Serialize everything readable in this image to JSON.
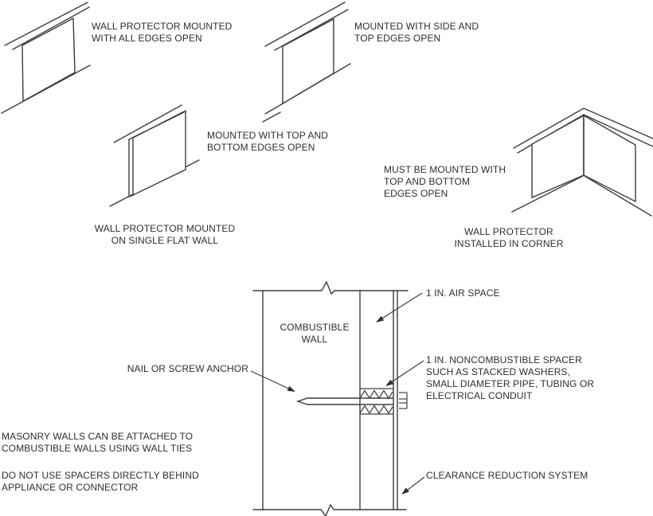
{
  "colors": {
    "line": "#3d3d3d",
    "text": "#2e2e2e",
    "background": "#ffffff"
  },
  "figures": {
    "flat_all_open": {
      "label": [
        "WALL PROTECTOR MOUNTED",
        "WITH ALL EDGES OPEN"
      ]
    },
    "side_top_open": {
      "label": [
        "MOUNTED WITH SIDE AND",
        "TOP EDGES OPEN"
      ]
    },
    "top_bottom_open": {
      "label": [
        "MOUNTED WITH TOP AND",
        "BOTTOM EDGES OPEN"
      ],
      "caption": [
        "WALL PROTECTOR MOUNTED",
        "ON SINGLE FLAT WALL"
      ]
    },
    "corner": {
      "label": [
        "MUST BE MOUNTED WITH",
        "TOP AND BOTTOM",
        "EDGES OPEN"
      ],
      "caption": [
        "WALL PROTECTOR",
        "INSTALLED IN CORNER"
      ]
    }
  },
  "section": {
    "wall_label": [
      "COMBUSTIBLE",
      "WALL"
    ],
    "air_space_label": "1 IN. AIR SPACE",
    "nail_label": "NAIL OR SCREW ANCHOR",
    "spacer_label": [
      "1 IN. NONCOMBUSTIBLE SPACER",
      "SUCH AS STACKED WASHERS,",
      "SMALL DIAMETER PIPE, TUBING OR",
      "ELECTRICAL CONDUIT"
    ],
    "system_label": "CLEARANCE REDUCTION SYSTEM",
    "note_wall_ties": [
      "MASONRY WALLS CAN BE ATTACHED TO",
      "COMBUSTIBLE WALLS USING WALL TIES"
    ],
    "note_spacers": [
      "DO NOT USE SPACERS DIRECTLY BEHIND",
      "APPLIANCE OR CONNECTOR"
    ]
  }
}
